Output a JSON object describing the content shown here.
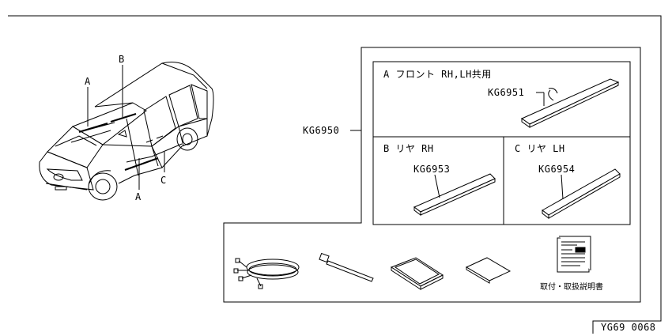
{
  "figure_code": "YG69 0068",
  "kit": {
    "part_number": "KG6950",
    "front": {
      "title": "A フロント RH,LH共用",
      "part_number": "KG6951"
    },
    "rear_rh": {
      "title": "B リヤ RH",
      "part_number": "KG6953"
    },
    "rear_lh": {
      "title": "C リヤ LH",
      "part_number": "KG6954"
    },
    "accessories": {
      "manual_label": "取付・取扱説明書"
    }
  },
  "vehicle_callouts": {
    "a_hood": "A",
    "b_roof": "B",
    "a_sill": "A",
    "c_door": "C"
  },
  "icons": [
    "minivan-illustration",
    "wire-harness-icon",
    "cable-tie-icon",
    "cleaning-pad-icon",
    "cleaning-cloth-icon",
    "manual-booklet-icon"
  ]
}
